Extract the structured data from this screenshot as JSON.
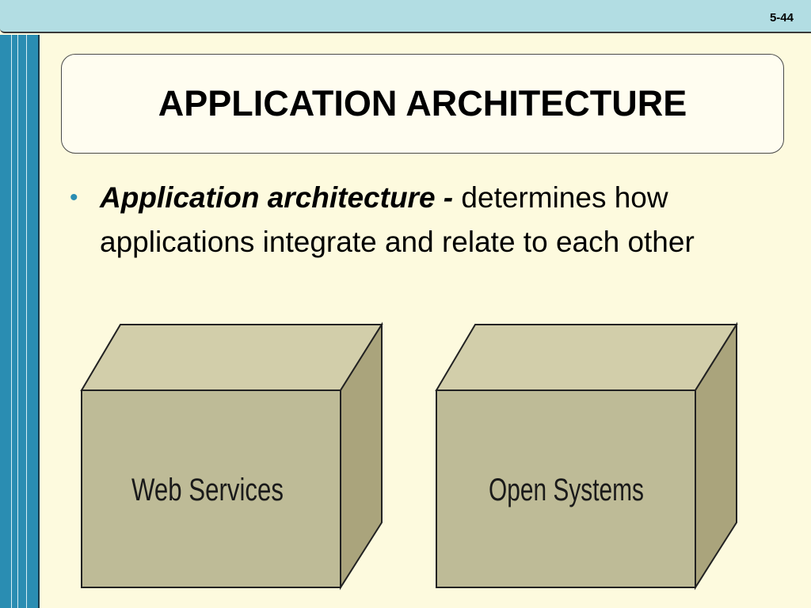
{
  "header": {
    "slide_number": "5-44"
  },
  "title": "APPLICATION ARCHITECTURE",
  "bullet": {
    "term": "Application architecture -",
    "definition": " determines how applications integrate and relate to each other"
  },
  "boxes": [
    {
      "label": "Web Services"
    },
    {
      "label": "Open Systems"
    }
  ],
  "colors": {
    "background": "#fdfade",
    "top_bar": "#b2dde3",
    "side_bar": "#2a8db2",
    "box_front": "#bebb97",
    "box_top": "#d2ceaa",
    "box_side": "#aaa47c"
  }
}
